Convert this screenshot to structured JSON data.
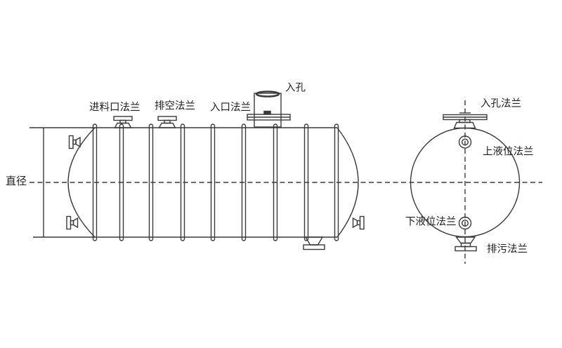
{
  "drawing": {
    "type": "technical-drawing",
    "subject": "horizontal-storage-tank",
    "background_color": "#ffffff",
    "line_color": "#3a3a3a",
    "text_color": "#1f1f1f",
    "side_view": {
      "labels": {
        "feed_inlet_flange": "进料口法兰",
        "vent_flange": "排空法兰",
        "inlet_flange": "入口法兰",
        "manhole": "入孔",
        "diameter": "直径"
      },
      "rib_count": 9
    },
    "end_view": {
      "labels": {
        "manhole_flange": "入孔法兰",
        "upper_level_flange": "上液位法兰",
        "lower_level_flange": "下液位法兰",
        "drain_flange": "排污法兰"
      }
    }
  }
}
